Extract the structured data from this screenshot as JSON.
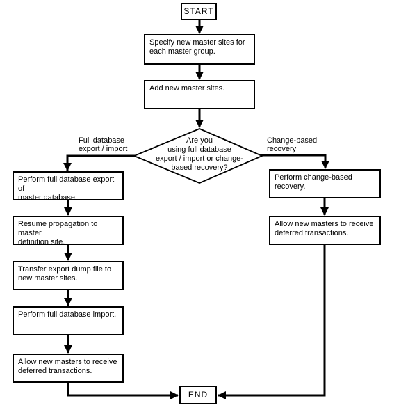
{
  "flowchart": {
    "start_label": "START",
    "end_label": "END",
    "step_specify": "Specify new master sites for\neach master group.",
    "step_add": "Add new master sites.",
    "decision_question": "Are you\nusing full database\nexport / import or change-\nbased recovery?",
    "branch_left_label": "Full database\nexport / import",
    "branch_right_label": "Change-based\nrecovery",
    "left_steps": [
      "Perform full database export of\nmaster database.",
      "Resume propagation to master\ndefinition site.",
      "Transfer export dump file to\nnew master sites.",
      "Perform full database import.",
      "Allow new masters to receive\ndeferred transactions."
    ],
    "right_steps": [
      "Perform change-based recovery.",
      "Allow new masters to receive\ndeferred transactions."
    ],
    "colors": {
      "line": "#000000",
      "node_background": "#ffffff",
      "node_border": "#000000",
      "text": "#000000",
      "canvas_background": "#ffffff"
    }
  }
}
